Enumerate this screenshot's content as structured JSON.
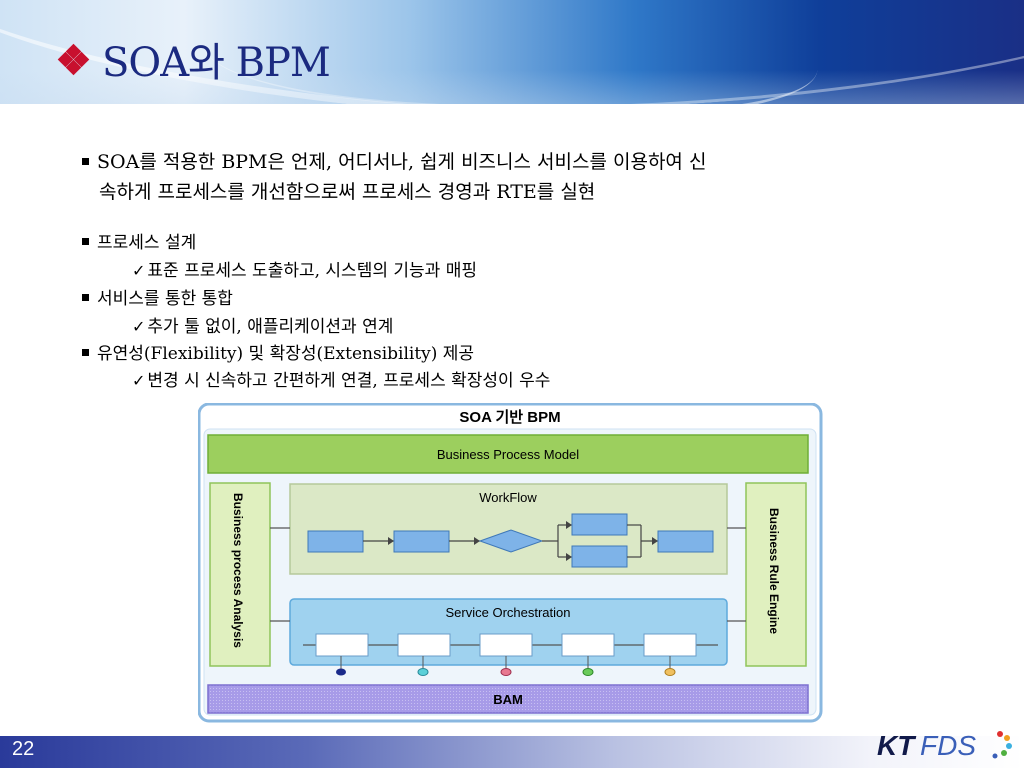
{
  "slide": {
    "title": "SOA와 BPM",
    "page_number": "22"
  },
  "content": {
    "intro_line1": "SOA를 적용한 BPM은 언제, 어디서나, 쉽게 비즈니스 서비스를 이용하여 신",
    "intro_line2": "속하게 프로세스를 개선함으로써 프로세스 경영과 RTE를 실현",
    "bullets": [
      {
        "label": "프로세스 설계",
        "sub": "표준 프로세스 도출하고, 시스템의 기능과 매핑"
      },
      {
        "label": "서비스를 통한 통합",
        "sub": "추가 툴 없이, 애플리케이션과 연계"
      },
      {
        "label": "유연성(Flexibility) 및 확장성(Extensibility) 제공",
        "sub": "변경 시 신속하고 간편하게 연결, 프로세스 확장성이 우수"
      }
    ]
  },
  "diagram": {
    "title": "SOA 기반 BPM",
    "top_bar": "Business Process Model",
    "left_bar": "Business process Analysis",
    "right_bar": "Business Rule Engine",
    "workflow": "WorkFlow",
    "orchestration": "Service Orchestration",
    "bottom_bar": "BAM",
    "colors": {
      "green_fill": "#9ccf5e",
      "green_light": "#e0f0bf",
      "blue_fill": "#9fd2ef",
      "purple_fill": "#a79be8",
      "frame_border": "#8ab8e0",
      "node_blue": "#7eb3e8"
    }
  },
  "logo": {
    "text_kt": "KT",
    "text_fds": "FDS"
  },
  "icons": {
    "title_bullet": "diamond-cluster-icon",
    "list_bullet": "square-bullet-icon",
    "checkmark": "checkmark-icon"
  }
}
